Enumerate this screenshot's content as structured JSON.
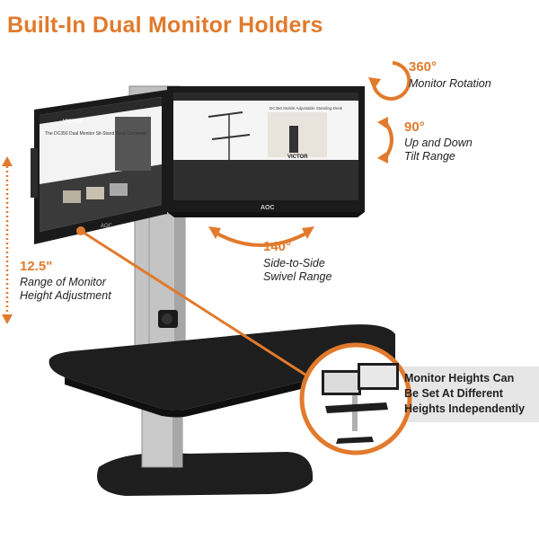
{
  "page": {
    "title": "Built-In Dual Monitor Holders"
  },
  "features": {
    "rotation": {
      "value": "360°",
      "caption": "Monitor Rotation"
    },
    "tilt": {
      "value": "90°",
      "caption_line1": "Up and Down",
      "caption_line2": "Tilt Range"
    },
    "swivel": {
      "value": "140°",
      "caption_line1": "Side-to-Side",
      "caption_line2": "Swivel Range"
    },
    "height": {
      "value": "12.5\"",
      "caption_line1": "Range of Monitor",
      "caption_line2": "Height Adjustment"
    }
  },
  "callout": {
    "line1": "Monitor Heights Can",
    "line2": "Be Set At Different",
    "line3": "Heights Independently"
  },
  "monitors": {
    "left_brand": "AOC",
    "right_brand": "AOC",
    "left_screen_brand": "VICTOR",
    "left_screen_headline": "The DC350 Dual Monitor Sit-Stand Desk Converter",
    "right_screen_headline": "DC350 Mobile Adjustable Standing Desk",
    "right_screen_brand": "VICTOR"
  },
  "colors": {
    "accent": "#e17a2d",
    "dark": "#1f1f1f",
    "callout_bg": "#e6e6e6"
  }
}
